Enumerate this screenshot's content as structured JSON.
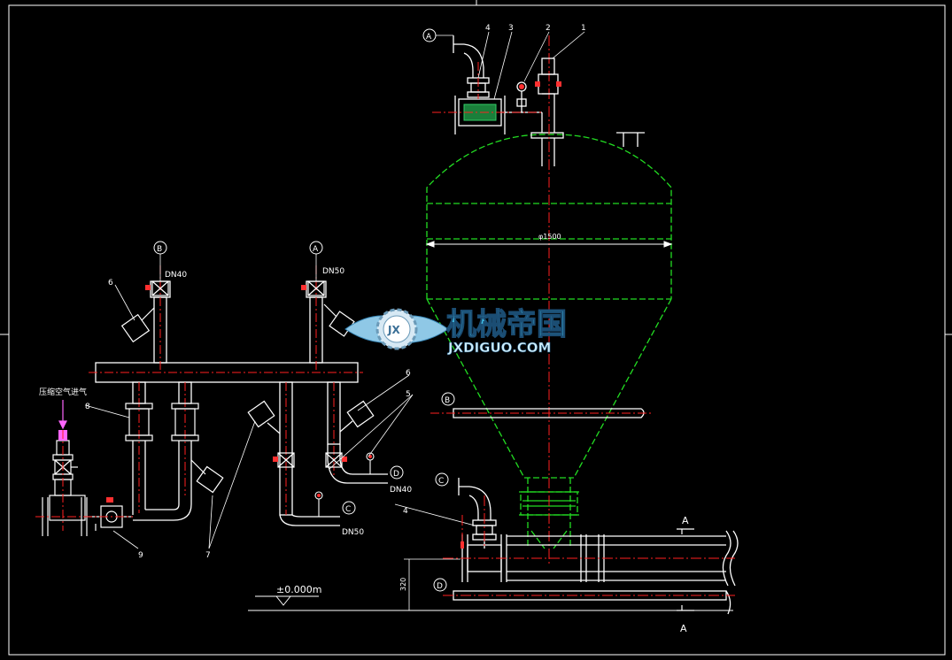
{
  "colors": {
    "background": "#000000",
    "outline": "#ffffff",
    "centerline": "#ff2020",
    "hopper": "#22dd22",
    "valve": "#ff3030",
    "gas": "#ff66ff",
    "filter": "#33cc66",
    "dims": "#e0e0e0",
    "watermark_text": "#44c8f0"
  },
  "vessel": {
    "diameter_label": "φ1500"
  },
  "callouts": {
    "c1": "1",
    "c2": "2",
    "c3": "3",
    "c4_top": "4",
    "c4_bottom": "4",
    "c5": "5",
    "c6_left": "6",
    "c6_right": "6",
    "c7": "7",
    "c8": "8",
    "c9": "9"
  },
  "connections": {
    "A_top": "A",
    "A_manifold": "A",
    "B_manifold": "B",
    "B_vessel": "B",
    "C_manifold": "C",
    "C_bottom": "C",
    "D_manifold": "D",
    "D_bottom": "D"
  },
  "pipe_labels": {
    "dn40_top": "DN40",
    "dn50_top": "DN50",
    "dn40_right": "DN40",
    "dn50_bottom": "DN50"
  },
  "air_inlet_label": "压缩空气进气",
  "elevation_label": "±0.000m",
  "dimension_320": "320",
  "section_marks": {
    "top": "A",
    "bottom": "A"
  },
  "watermark": {
    "cn": "机械帝国",
    "en": "JXDIGUO.COM",
    "badge": "JX"
  }
}
